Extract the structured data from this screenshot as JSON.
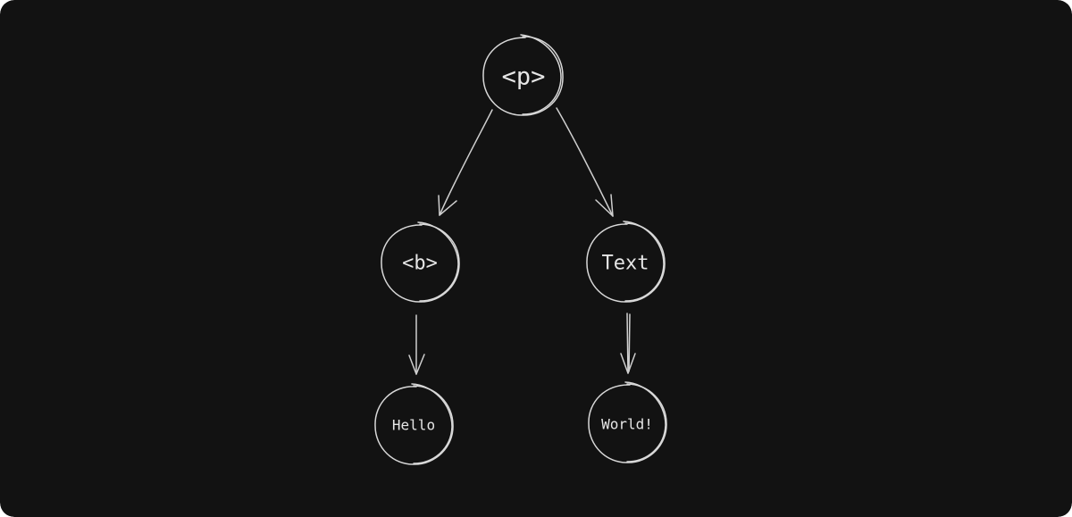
{
  "diagram": {
    "background": "#121212",
    "stroke_color": "#d8d8d8",
    "text_color": "#e6e6e6",
    "nodes": {
      "p": "<p>",
      "b": "<b>",
      "text": "Text",
      "hello": "Hello",
      "world": "World!"
    },
    "edges": [
      {
        "from": "p",
        "to": "b"
      },
      {
        "from": "p",
        "to": "text"
      },
      {
        "from": "b",
        "to": "hello"
      },
      {
        "from": "text",
        "to": "world"
      }
    ]
  }
}
